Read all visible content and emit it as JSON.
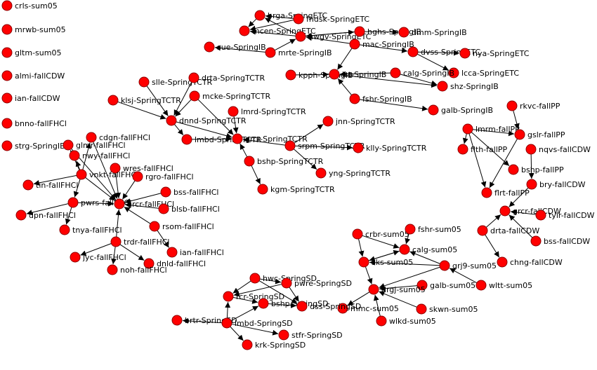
{
  "colors": {
    "node_fill": "#ff0000",
    "node_stroke": "#8b0000",
    "edge": "#000000",
    "label": "#000000",
    "background": "#ffffff"
  },
  "nodes": [
    {
      "id": "crls-sum05",
      "label": "crls-sum05"
    },
    {
      "id": "mrwb-sum05",
      "label": "mrwb-sum05"
    },
    {
      "id": "gltm-sum05",
      "label": "gltm-sum05"
    },
    {
      "id": "almi-fallCDW",
      "label": "almi-fallCDW"
    },
    {
      "id": "ian-fallCDW",
      "label": "ian-fallCDW"
    },
    {
      "id": "bnno-fallFHCl",
      "label": "bnno-fallFHCl"
    },
    {
      "id": "strg-SpringIB",
      "label": "strg-SpringIB"
    },
    {
      "id": "brga-SpringETC",
      "label": "brga-SpringETC"
    },
    {
      "id": "fhdsk-SpringETC",
      "label": "fhdsk-SpringETC"
    },
    {
      "id": "mcen-SpringETC",
      "label": "mcen-SpringETC"
    },
    {
      "id": "hwgv-SpringETC",
      "label": "hwgv-SpringETC"
    },
    {
      "id": "hghs-SpringIB",
      "label": "hghs-SpringIB"
    },
    {
      "id": "dmm-SpringIB",
      "label": "dmm-SpringIB"
    },
    {
      "id": "mac-SpringIB",
      "label": "mac-SpringIB"
    },
    {
      "id": "sue-SpringIB",
      "label": "sue-SpringIB"
    },
    {
      "id": "mrte-SpringIB",
      "label": "mrte-SpringIB"
    },
    {
      "id": "dvss-SpringETC",
      "label": "dvss-SpringETC"
    },
    {
      "id": "nya-SpringETC",
      "label": "nya-SpringETC"
    },
    {
      "id": "lcca-SpringETC",
      "label": "lcca-SpringETC"
    },
    {
      "id": "kpph-SpringIB",
      "label": "kpph-SpringIB"
    },
    {
      "id": "lst-SpringIB",
      "label": "lst-SpringIB"
    },
    {
      "id": "calg-SpringIB",
      "label": "calg-SpringIB"
    },
    {
      "id": "shz-SpringIB",
      "label": "shz-SpringIB"
    },
    {
      "id": "fshr-SpringIB",
      "label": "fshr-SpringIB"
    },
    {
      "id": "galb-SpringIB",
      "label": "galb-SpringIB"
    },
    {
      "id": "slle-SpringTCTR",
      "label": "slle-SpringTCTR"
    },
    {
      "id": "drta-SpringTCTR",
      "label": "drta-SpringTCTR"
    },
    {
      "id": "klsj-SpringTCTR",
      "label": "klsj-SpringTCTR"
    },
    {
      "id": "mcke-SpringTCTR",
      "label": "mcke-SpringTCTR"
    },
    {
      "id": "lmrd-SpringTCTR",
      "label": "lmrd-SpringTCTR"
    },
    {
      "id": "dnnd-SpringTCTR",
      "label": "dnnd-SpringTCTR"
    },
    {
      "id": "lmbd-SpringTCTR",
      "label": "lmbd-SpringTCTR"
    },
    {
      "id": "grcr-SpringTCTR",
      "label": "grcr-SpringTCTR"
    },
    {
      "id": "jnn-SpringTCTR",
      "label": "jnn-SpringTCTR"
    },
    {
      "id": "srpm-SpringTCTR",
      "label": "srpm-SpringTCTR"
    },
    {
      "id": "klly-SpringTCTR",
      "label": "klly-SpringTCTR"
    },
    {
      "id": "bshp-SpringTCTR",
      "label": "bshp-SpringTCTR"
    },
    {
      "id": "yng-SpringTCTR",
      "label": "yng-SpringTCTR"
    },
    {
      "id": "kgm-SpringTCTR",
      "label": "kgm-SpringTCTR"
    },
    {
      "id": "cdgn-fallFHCl",
      "label": "cdgn-fallFHCl"
    },
    {
      "id": "glmr-fallFHCl",
      "label": "glmr-fallFHCl"
    },
    {
      "id": "nwy-fallFHCl",
      "label": "nwy-fallFHCl"
    },
    {
      "id": "wres-fallFHCl",
      "label": "wres-fallFHCl"
    },
    {
      "id": "vnkt-fallFHCl",
      "label": "vnkt-fallFHCl"
    },
    {
      "id": "rgro-fallFHCl",
      "label": "rgro-fallFHCl"
    },
    {
      "id": "tin-fallFHCl",
      "label": "tin-fallFHCl"
    },
    {
      "id": "pwrs-fallFHCl",
      "label": "pwrs-fallFHCl"
    },
    {
      "id": "grcr-fallFHCl",
      "label": "grcr-fallFHCl"
    },
    {
      "id": "bss-fallFHCl",
      "label": "bss-fallFHCl"
    },
    {
      "id": "dpn-fallFHCl",
      "label": "dpn-fallFHCl"
    },
    {
      "id": "blsb-fallFHCl",
      "label": "blsb-fallFHCl"
    },
    {
      "id": "tnya-fallFHCl",
      "label": "tnya-fallFHCl"
    },
    {
      "id": "rsom-fallFHCl",
      "label": "rsom-fallFHCl"
    },
    {
      "id": "trdr-fallFHCl",
      "label": "trdr-fallFHCl"
    },
    {
      "id": "ian-fallFHCl",
      "label": "ian-fallFHCl"
    },
    {
      "id": "jyc-fallFHCl",
      "label": "jyc-fallFHCl"
    },
    {
      "id": "dnld-fallFHCl",
      "label": "dnld-fallFHCl"
    },
    {
      "id": "noh-fallFHCl",
      "label": "noh-fallFHCl"
    },
    {
      "id": "rkvc-fallPP",
      "label": "rkvc-fallPP"
    },
    {
      "id": "lmrm-fallPP",
      "label": "lmrm-fallPP"
    },
    {
      "id": "gslr-fallPP",
      "label": "gslr-fallPP"
    },
    {
      "id": "nqvs-fallCDW",
      "label": "nqvs-fallCDW"
    },
    {
      "id": "flth-fallPP",
      "label": "flth-fallPP"
    },
    {
      "id": "bshp-fallPP",
      "label": "bshp-fallPP"
    },
    {
      "id": "bry-fallCDW",
      "label": "bry-fallCDW"
    },
    {
      "id": "flrt-fallPP",
      "label": "flrt-fallPP"
    },
    {
      "id": "grcr-fallCDW",
      "label": "grcr-fallCDW"
    },
    {
      "id": "tylr-fallCDW",
      "label": "tylr-fallCDW"
    },
    {
      "id": "drta-fallCDW",
      "label": "drta-fallCDW"
    },
    {
      "id": "bss-fallCDW",
      "label": "bss-fallCDW"
    },
    {
      "id": "chng-fallCDW",
      "label": "chng-fallCDW"
    },
    {
      "id": "crbr-sum05",
      "label": "crbr-sum05"
    },
    {
      "id": "fshr-sum05",
      "label": "fshr-sum05"
    },
    {
      "id": "calg-sum05",
      "label": "calg-sum05"
    },
    {
      "id": "sks-sum05",
      "label": "sks-sum05"
    },
    {
      "id": "grj9-sum05",
      "label": "grj9-sum05"
    },
    {
      "id": "galb-sum05",
      "label": "galb-sum05"
    },
    {
      "id": "wltt-sum05",
      "label": "wltt-sum05"
    },
    {
      "id": "drgj-sum05",
      "label": "drgj-sum05"
    },
    {
      "id": "mmc-sum05",
      "label": "mmc-sum05"
    },
    {
      "id": "skwn-sum05",
      "label": "skwn-sum05"
    },
    {
      "id": "wlkd-sum05",
      "label": "wlkd-sum05"
    },
    {
      "id": "hwc-SpringSD",
      "label": "hwc-SpringSD"
    },
    {
      "id": "pwre-SpringSD",
      "label": "pwre-SpringSD"
    },
    {
      "id": "rcr-SpringSD",
      "label": "rcr-SpringSD"
    },
    {
      "id": "bshp-SpringSD",
      "label": "bshp-SpringSD"
    },
    {
      "id": "dss-SpringSD",
      "label": "dss-SpringSD"
    },
    {
      "id": "brtr-SpringSD",
      "label": "brtr-SpringSD"
    },
    {
      "id": "lmbd-SpringSD",
      "label": "lmbd-SpringSD"
    },
    {
      "id": "stfr-SpringSD",
      "label": "stfr-SpringSD"
    },
    {
      "id": "krk-SpringSD",
      "label": "krk-SpringSD"
    }
  ],
  "edges": [
    [
      "fhdsk-SpringETC",
      "brga-SpringETC"
    ],
    [
      "fhdsk-SpringETC",
      "mcen-SpringETC"
    ],
    [
      "brga-SpringETC",
      "mcen-SpringETC"
    ],
    [
      "hwgv-SpringETC",
      "mcen-SpringETC"
    ],
    [
      "hwgv-SpringETC",
      "brga-SpringETC"
    ],
    [
      "hwgv-SpringETC",
      "hghs-SpringIB"
    ],
    [
      "hghs-SpringIB",
      "hwgv-SpringETC"
    ],
    [
      "hghs-SpringIB",
      "dmm-SpringIB"
    ],
    [
      "mac-SpringIB",
      "hwgv-SpringETC"
    ],
    [
      "mac-SpringIB",
      "dvss-SpringETC"
    ],
    [
      "dvss-SpringETC",
      "nya-SpringETC"
    ],
    [
      "dvss-SpringETC",
      "lcca-SpringETC"
    ],
    [
      "mrte-SpringIB",
      "sue-SpringIB"
    ],
    [
      "mrte-SpringIB",
      "hwgv-SpringETC"
    ],
    [
      "mac-SpringIB",
      "lst-SpringIB"
    ],
    [
      "kpph-SpringIB",
      "lst-SpringIB"
    ],
    [
      "calg-SpringIB",
      "lst-SpringIB"
    ],
    [
      "calg-SpringIB",
      "shz-SpringIB"
    ],
    [
      "lst-SpringIB",
      "shz-SpringIB"
    ],
    [
      "fshr-SpringIB",
      "lst-SpringIB"
    ],
    [
      "fshr-SpringIB",
      "galb-SpringIB"
    ],
    [
      "slle-SpringTCTR",
      "dnnd-SpringTCTR"
    ],
    [
      "drta-SpringTCTR",
      "dnnd-SpringTCTR"
    ],
    [
      "klsj-SpringTCTR",
      "dnnd-SpringTCTR"
    ],
    [
      "mcke-SpringTCTR",
      "dnnd-SpringTCTR"
    ],
    [
      "lmrd-SpringTCTR",
      "grcr-SpringTCTR"
    ],
    [
      "dnnd-SpringTCTR",
      "lmbd-SpringTCTR"
    ],
    [
      "dnnd-SpringTCTR",
      "grcr-SpringTCTR"
    ],
    [
      "lmbd-SpringTCTR",
      "grcr-SpringTCTR"
    ],
    [
      "srpm-SpringTCTR",
      "grcr-SpringTCTR"
    ],
    [
      "srpm-SpringTCTR",
      "jnn-SpringTCTR"
    ],
    [
      "srpm-SpringTCTR",
      "klly-SpringTCTR"
    ],
    [
      "srpm-SpringTCTR",
      "yng-SpringTCTR"
    ],
    [
      "bshp-SpringTCTR",
      "grcr-SpringTCTR"
    ],
    [
      "bshp-SpringTCTR",
      "kgm-SpringTCTR"
    ],
    [
      "mcke-SpringTCTR",
      "grcr-SpringTCTR"
    ],
    [
      "vnkt-fallFHCl",
      "cdgn-fallFHCl"
    ],
    [
      "vnkt-fallFHCl",
      "glmr-fallFHCl"
    ],
    [
      "vnkt-fallFHCl",
      "nwy-fallFHCl"
    ],
    [
      "vnkt-fallFHCl",
      "tin-fallFHCl"
    ],
    [
      "vnkt-fallFHCl",
      "pwrs-fallFHCl"
    ],
    [
      "vnkt-fallFHCl",
      "grcr-fallFHCl"
    ],
    [
      "wres-fallFHCl",
      "grcr-fallFHCl"
    ],
    [
      "rgro-fallFHCl",
      "grcr-fallFHCl"
    ],
    [
      "bss-fallFHCl",
      "grcr-fallFHCl"
    ],
    [
      "blsb-fallFHCl",
      "grcr-fallFHCl"
    ],
    [
      "pwrs-fallFHCl",
      "grcr-fallFHCl"
    ],
    [
      "pwrs-fallFHCl",
      "dpn-fallFHCl"
    ],
    [
      "pwrs-fallFHCl",
      "tnya-fallFHCl"
    ],
    [
      "rsom-fallFHCl",
      "grcr-fallFHCl"
    ],
    [
      "rsom-fallFHCl",
      "ian-fallFHCl"
    ],
    [
      "trdr-fallFHCl",
      "grcr-fallFHCl"
    ],
    [
      "trdr-fallFHCl",
      "jyc-fallFHCl"
    ],
    [
      "trdr-fallFHCl",
      "noh-fallFHCl"
    ],
    [
      "trdr-fallFHCl",
      "dnld-fallFHCl"
    ],
    [
      "glmr-fallFHCl",
      "grcr-fallFHCl"
    ],
    [
      "cdgn-fallFHCl",
      "grcr-fallFHCl"
    ],
    [
      "rkvc-fallPP",
      "gslr-fallPP"
    ],
    [
      "lmrm-fallPP",
      "gslr-fallPP"
    ],
    [
      "lmrm-fallPP",
      "flth-fallPP"
    ],
    [
      "lmrm-fallPP",
      "bshp-fallPP"
    ],
    [
      "lmrm-fallPP",
      "flrt-fallPP"
    ],
    [
      "nqvs-fallCDW",
      "bry-fallCDW"
    ],
    [
      "bry-fallCDW",
      "grcr-fallCDW"
    ],
    [
      "tylr-fallCDW",
      "grcr-fallCDW"
    ],
    [
      "drta-fallCDW",
      "grcr-fallCDW"
    ],
    [
      "drta-fallCDW",
      "chng-fallCDW"
    ],
    [
      "bss-fallCDW",
      "grcr-fallCDW"
    ],
    [
      "gslr-fallPP",
      "flrt-fallPP"
    ],
    [
      "crbr-sum05",
      "calg-sum05"
    ],
    [
      "crbr-sum05",
      "sks-sum05"
    ],
    [
      "fshr-sum05",
      "calg-sum05"
    ],
    [
      "calg-sum05",
      "sks-sum05"
    ],
    [
      "sks-sum05",
      "calg-sum05"
    ],
    [
      "grj9-sum05",
      "calg-sum05"
    ],
    [
      "grj9-sum05",
      "sks-sum05"
    ],
    [
      "grj9-sum05",
      "drgj-sum05"
    ],
    [
      "galb-sum05",
      "drgj-sum05"
    ],
    [
      "wltt-sum05",
      "grj9-sum05"
    ],
    [
      "sks-sum05",
      "drgj-sum05"
    ],
    [
      "drgj-sum05",
      "mmc-sum05"
    ],
    [
      "skwn-sum05",
      "drgj-sum05"
    ],
    [
      "wlkd-sum05",
      "drgj-sum05"
    ],
    [
      "hwc-SpringSD",
      "rcr-SpringSD"
    ],
    [
      "hwc-SpringSD",
      "pwre-SpringSD"
    ],
    [
      "pwre-SpringSD",
      "rcr-SpringSD"
    ],
    [
      "rcr-SpringSD",
      "bshp-SpringSD"
    ],
    [
      "bshp-SpringSD",
      "dss-SpringSD"
    ],
    [
      "hwc-SpringSD",
      "dss-SpringSD"
    ],
    [
      "pwre-SpringSD",
      "dss-SpringSD"
    ],
    [
      "lmbd-SpringSD",
      "rcr-SpringSD"
    ],
    [
      "lmbd-SpringSD",
      "brtr-SpringSD"
    ],
    [
      "lmbd-SpringSD",
      "stfr-SpringSD"
    ],
    [
      "lmbd-SpringSD",
      "krk-SpringSD"
    ],
    [
      "lmbd-SpringSD",
      "bshp-SpringSD"
    ]
  ]
}
